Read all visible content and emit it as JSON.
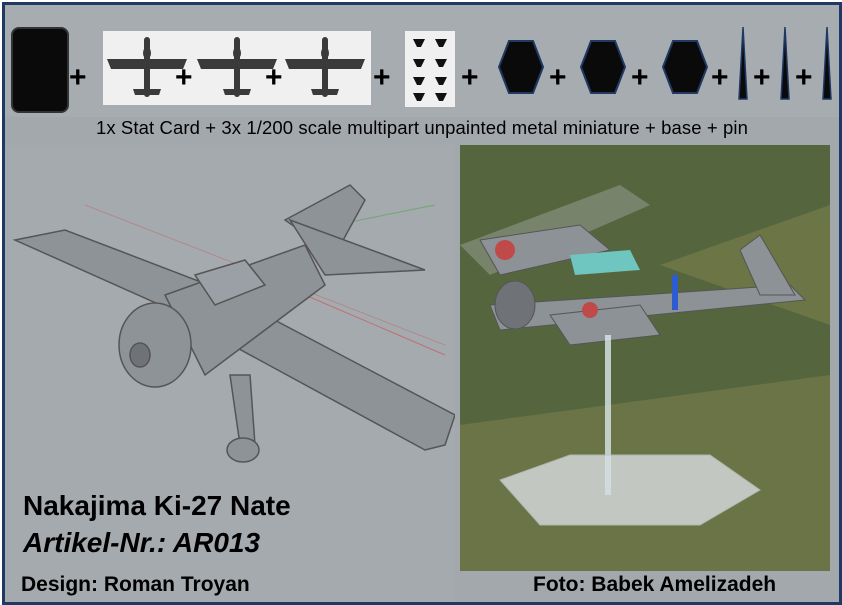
{
  "icons": {
    "stat_card": "stat-card-icon",
    "miniature": "plane-miniature-icon",
    "parts": "parts-icon",
    "base": "hexagon-base-icon",
    "pin": "pin-icon"
  },
  "plus_sign": "+",
  "caption": "1x Stat Card + 3x 1/200 scale multipart unpainted metal miniature + base + pin",
  "title": "Nakajima Ki-27 Nate",
  "article_number": "Artikel-Nr.: AR013",
  "design_credit": "Design: Roman Troyan",
  "photo_credit": "Foto: Babek Amelizadeh",
  "colors": {
    "frame_border": "#1f3864",
    "background": "#a3a8ad",
    "component_black": "#0a0a0a"
  }
}
